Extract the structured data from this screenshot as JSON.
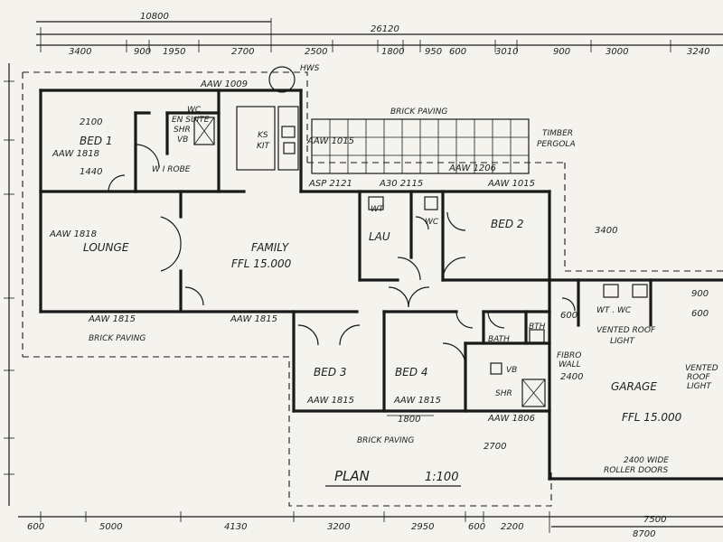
{
  "overall_dims": {
    "top_overall": "26120",
    "top_left": "10800",
    "right_side": "3400",
    "bottom_right_1": "7500",
    "bottom_right_2": "8700"
  },
  "top_dims": [
    "3400",
    "900",
    "1950",
    "2700",
    "2500",
    "1800",
    "950",
    "600",
    "3010",
    "900",
    "3000",
    "3240"
  ],
  "bottom_dims": [
    "600",
    "5000",
    "4130",
    "3200",
    "2950",
    "600",
    "2200"
  ],
  "side_dims": {
    "bed1_upper": "2100",
    "bed1_lower": "1440",
    "bottom_2700": "2700",
    "bottom_1800": "1800",
    "garage_2400": "2400",
    "garage_900": "900",
    "garage_600a": "600",
    "garage_600b": "600"
  },
  "rooms": {
    "bed1": "BED 1",
    "wi_robe": "W I ROBE",
    "en_suite": "EN SUITE",
    "shr": "SHR",
    "vb": "VB",
    "we": "WC",
    "ks": "KS",
    "kit": "KIT",
    "lounge": "LOUNGE",
    "family": "FAMILY",
    "ffl_main": "FFL 15.000",
    "lau": "LAU",
    "wt": "WT",
    "wc": "WC",
    "bed2": "BED 2",
    "bed3": "BED 3",
    "bed4": "BED 4",
    "bath": "BATH",
    "bth": "BTH",
    "vb2": "VB",
    "shr2": "SHR",
    "garage": "GARAGE",
    "ffl_garage": "FFL 15.000",
    "wt_wc_garage": "WT . WC"
  },
  "windows": {
    "aaw1009": "AAW 1009",
    "aaw1818_bed": "AAW 1818",
    "aaw1015": "AAW 1015",
    "aaw1206": "AAW 1206",
    "asp2121": "ASP 2121",
    "a302115": "A30 2115",
    "aaw1015b": "AAW 1015",
    "aaw1818_lounge": "AAW 1818",
    "aaw1815_a": "AAW 1815",
    "aaw1815_b": "AAW 1815",
    "aaw1815_bed3": "AAW 1815",
    "aaw1815_bed4": "AAW 1815",
    "aaw1806": "AAW 1806"
  },
  "notes": {
    "hws": "HWS",
    "brick_paving_top": "BRICK PAVING",
    "timber_pergola_1": "TIMBER",
    "timber_pergola_2": "PERGOLA",
    "brick_paving_left": "BRICK PAVING",
    "brick_paving_bottom": "BRICK PAVING",
    "vented_roof_1": "VENTED ROOF",
    "vented_roof_2": "LIGHT",
    "vented_roof_r1": "VENTED",
    "vented_roof_r2": "ROOF",
    "vented_roof_r3": "LIGHT",
    "fibro_1": "FIBRO",
    "fibro_2": "WALL",
    "roller_1": "2400 WIDE",
    "roller_2": "ROLLER DOORS",
    "plan_title": "PLAN",
    "plan_scale": "1:100"
  }
}
